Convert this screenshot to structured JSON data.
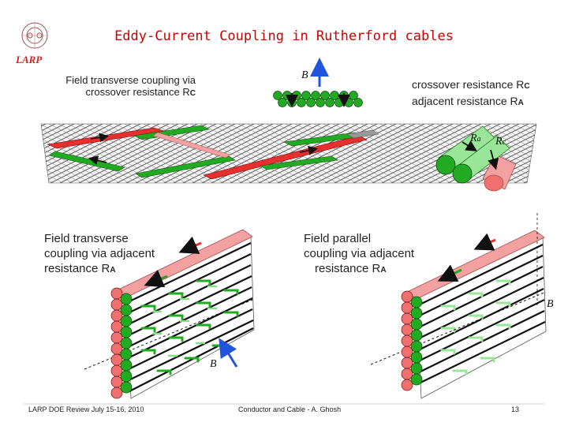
{
  "header": {
    "title": "Eddy-Current Coupling in Rutherford cables",
    "logo_text": "LARP"
  },
  "panel_top": {
    "label_left_line1": "Field transverse coupling via",
    "label_left_line2": "crossover resistance R",
    "label_left_sub": "C",
    "field_label": "B",
    "label_right_line1": "crossover resistance R",
    "label_right_sub1": "C",
    "label_right_line2": "adjacent resistance R",
    "label_right_sub2": "A",
    "strand_label_a": "R",
    "strand_label_a_sub": "a",
    "strand_label_c": "R",
    "strand_label_c_sub": "c"
  },
  "panel_bottom_left": {
    "line1": "Field transverse",
    "line2": "coupling via adjacent",
    "line3": "resistance R",
    "line3_sub": "A",
    "field_label": "B"
  },
  "panel_bottom_right": {
    "line1": "Field parallel",
    "line2": "coupling via adjacent",
    "line3": "resistance R",
    "line3_sub": "A",
    "field_label": "B"
  },
  "footer": {
    "left": "LARP DOE Review July 15-16, 2010",
    "center": "Conductor and Cable  -  A. Ghosh",
    "page_number": "13"
  },
  "colors": {
    "title": "#cc0000",
    "strand_green": "#22aa22",
    "strand_light_green": "#99e699",
    "current_red": "#e63030",
    "pink": "#f2a0a0",
    "arrow_blue": "#2255dd"
  }
}
